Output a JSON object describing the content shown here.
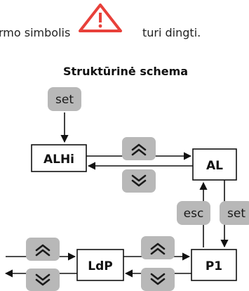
{
  "header": {
    "text_left": "rmo simbolis",
    "text_right": "turi dingti.",
    "warning_icon": "warning-triangle-icon",
    "warning_color": "#e8403a"
  },
  "title": "Struktūrinė schema",
  "boxes": {
    "alhi": "ALHi",
    "al": "AL",
    "p1": "P1",
    "ldp": "LdP"
  },
  "keys": {
    "set": "set",
    "esc": "esc",
    "up_icon": "chevron-up-double-icon",
    "down_icon": "chevron-down-double-icon",
    "key_color": "#b8b8b8"
  }
}
